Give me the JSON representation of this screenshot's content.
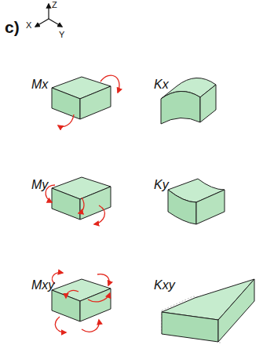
{
  "diagram": {
    "labels": [
      "c)",
      "Z",
      "X",
      "Y",
      "Mx",
      "Kx",
      "My",
      "Ky",
      "Mxy",
      "Kxy"
    ]
  }
}
